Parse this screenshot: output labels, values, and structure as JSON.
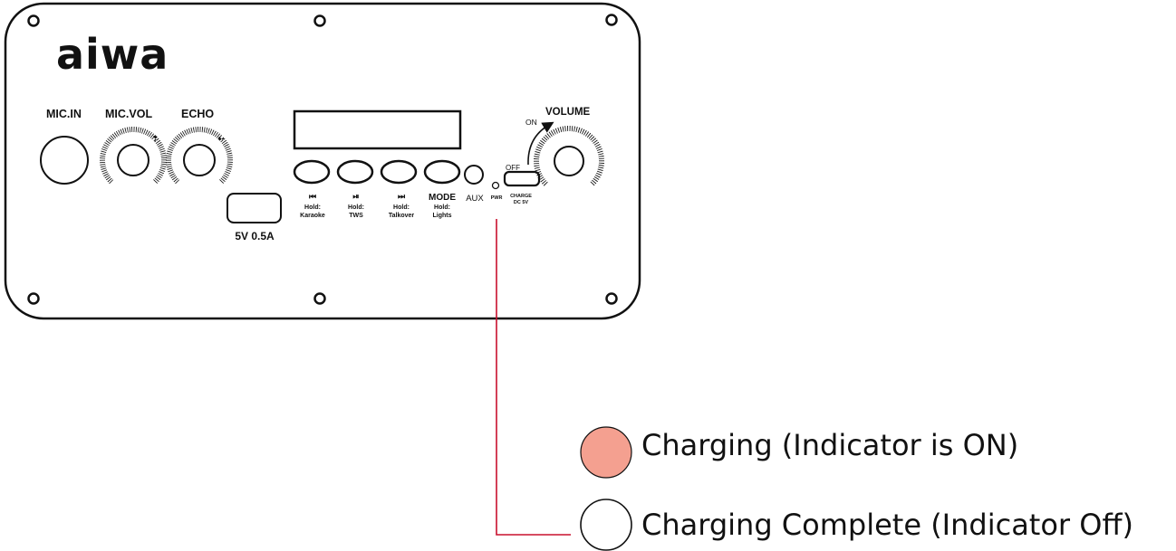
{
  "brand": "aiwa",
  "panel": {
    "mic_in_label": "MIC.IN",
    "mic_vol_label": "MIC.VOL",
    "echo_label": "ECHO",
    "usb_label": "5V 0.5A",
    "volume_label": "VOLUME",
    "switch_on_label": "ON",
    "switch_off_label": "OFF",
    "aux_label": "AUX",
    "pwr_label": "PWR",
    "charge_label": "CHARGE",
    "charge_sub_label": "DC 5V"
  },
  "buttons": [
    {
      "symbol": "⏮",
      "hold_label": "Hold:",
      "hold_function": "Karaoke"
    },
    {
      "symbol": "⏯",
      "hold_label": "Hold:",
      "hold_function": "TWS"
    },
    {
      "symbol": "⏭",
      "hold_label": "Hold:",
      "hold_function": "Talkover"
    },
    {
      "symbol": "MODE",
      "hold_label": "Hold:",
      "hold_function": "Lights"
    }
  ],
  "legend": {
    "on_text": "Charging (Indicator is ON)",
    "off_text": "Charging Complete (Indicator Off)"
  },
  "colors": {
    "indicator_on": "#f4a090",
    "callout_line": "#c8102e",
    "outline": "#111111"
  }
}
